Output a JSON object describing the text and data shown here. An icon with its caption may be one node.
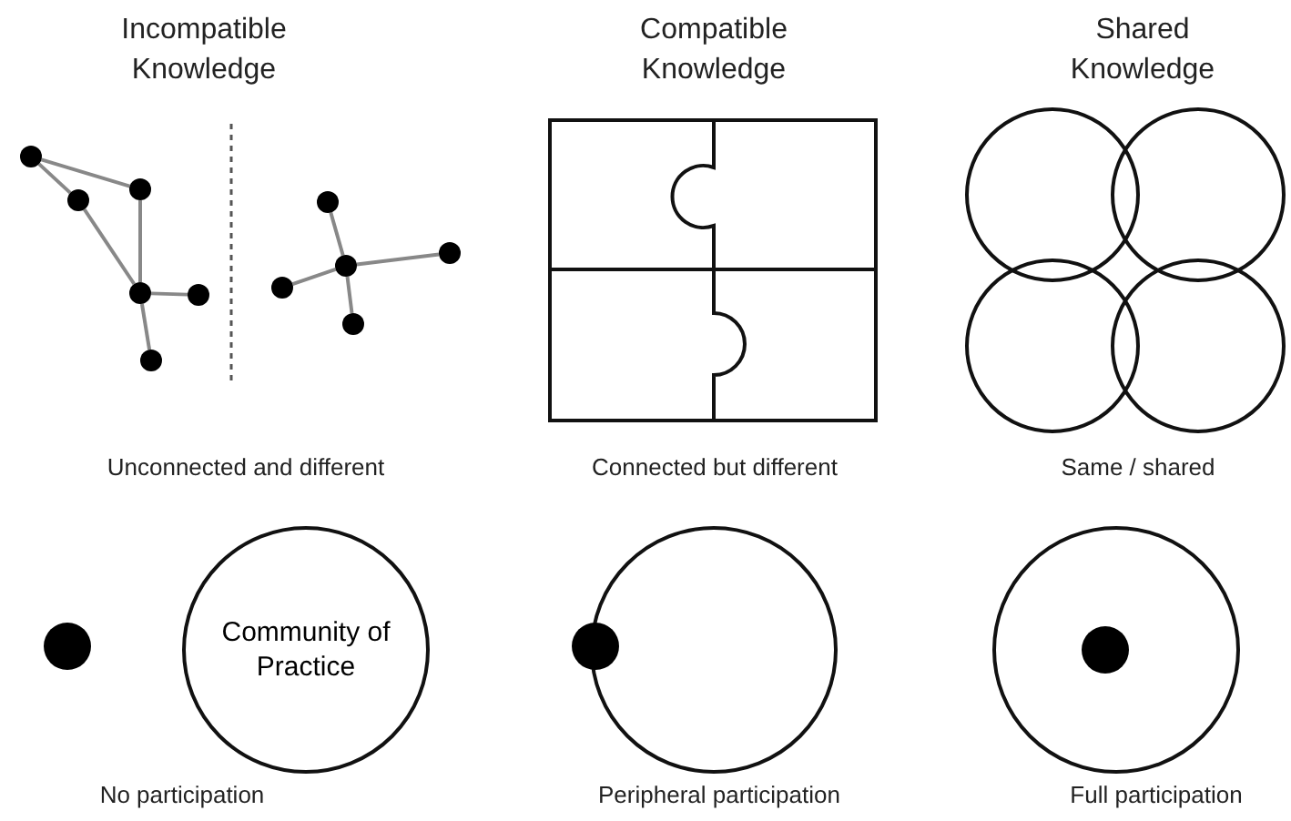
{
  "diagram": {
    "nodes": [
      {
        "text": [
          "Community of Practice"
        ]
      },
      {
        "text": [],
        "shape": "circle"
      },
      {
        "text": [],
        "shape": "circle"
      },
      {
        "text": [],
        "shape": "circle"
      },
      {
        "text": [],
        "shape": "circle"
      },
      {
        "text": [],
        "shape": "circle"
      },
      {
        "text": [],
        "shape": "circle"
      },
      {
        "text": [],
        "shape": "circle"
      },
      {
        "text": [],
        "shape": "circle"
      },
      {
        "text": [],
        "shape": "circle"
      },
      {
        "text": [],
        "shape": "circle"
      },
      {
        "text": [],
        "shape": "circle"
      },
      {
        "text": [],
        "shape": "circle"
      },
      {
        "text": [],
        "shape": "circle"
      },
      {
        "text": [],
        "shape": "circle"
      },
      {
        "text": [],
        "shape": "circle"
      },
      {
        "text": [],
        "shape": "circle",
        "in": 14
      }
    ],
    "edges": [
      {
        "from": 1,
        "to": 2,
        "arrow": "none"
      },
      {
        "from": 1,
        "to": 3,
        "arrow": "none"
      },
      {
        "from": 2,
        "to": 4,
        "arrow": "none"
      },
      {
        "from": 3,
        "to": 4,
        "arrow": "none"
      },
      {
        "from": 4,
        "to": 5,
        "arrow": "none"
      },
      {
        "from": 4,
        "to": 6,
        "arrow": "none"
      },
      {
        "from": 7,
        "to": 9,
        "arrow": "none"
      },
      {
        "from": 8,
        "to": 9,
        "arrow": "none"
      },
      {
        "from": 9,
        "to": 10,
        "arrow": "none"
      },
      {
        "from": 9,
        "to": 11,
        "arrow": "none"
      }
    ],
    "labels": [
      "Incompatible Knowledge",
      "Compatible Knowledge",
      "Shared Knowledge",
      "Unconnected and different",
      "Connected but different",
      "Same / shared",
      "No participation",
      "Peripheral participation",
      "Full participation"
    ]
  }
}
